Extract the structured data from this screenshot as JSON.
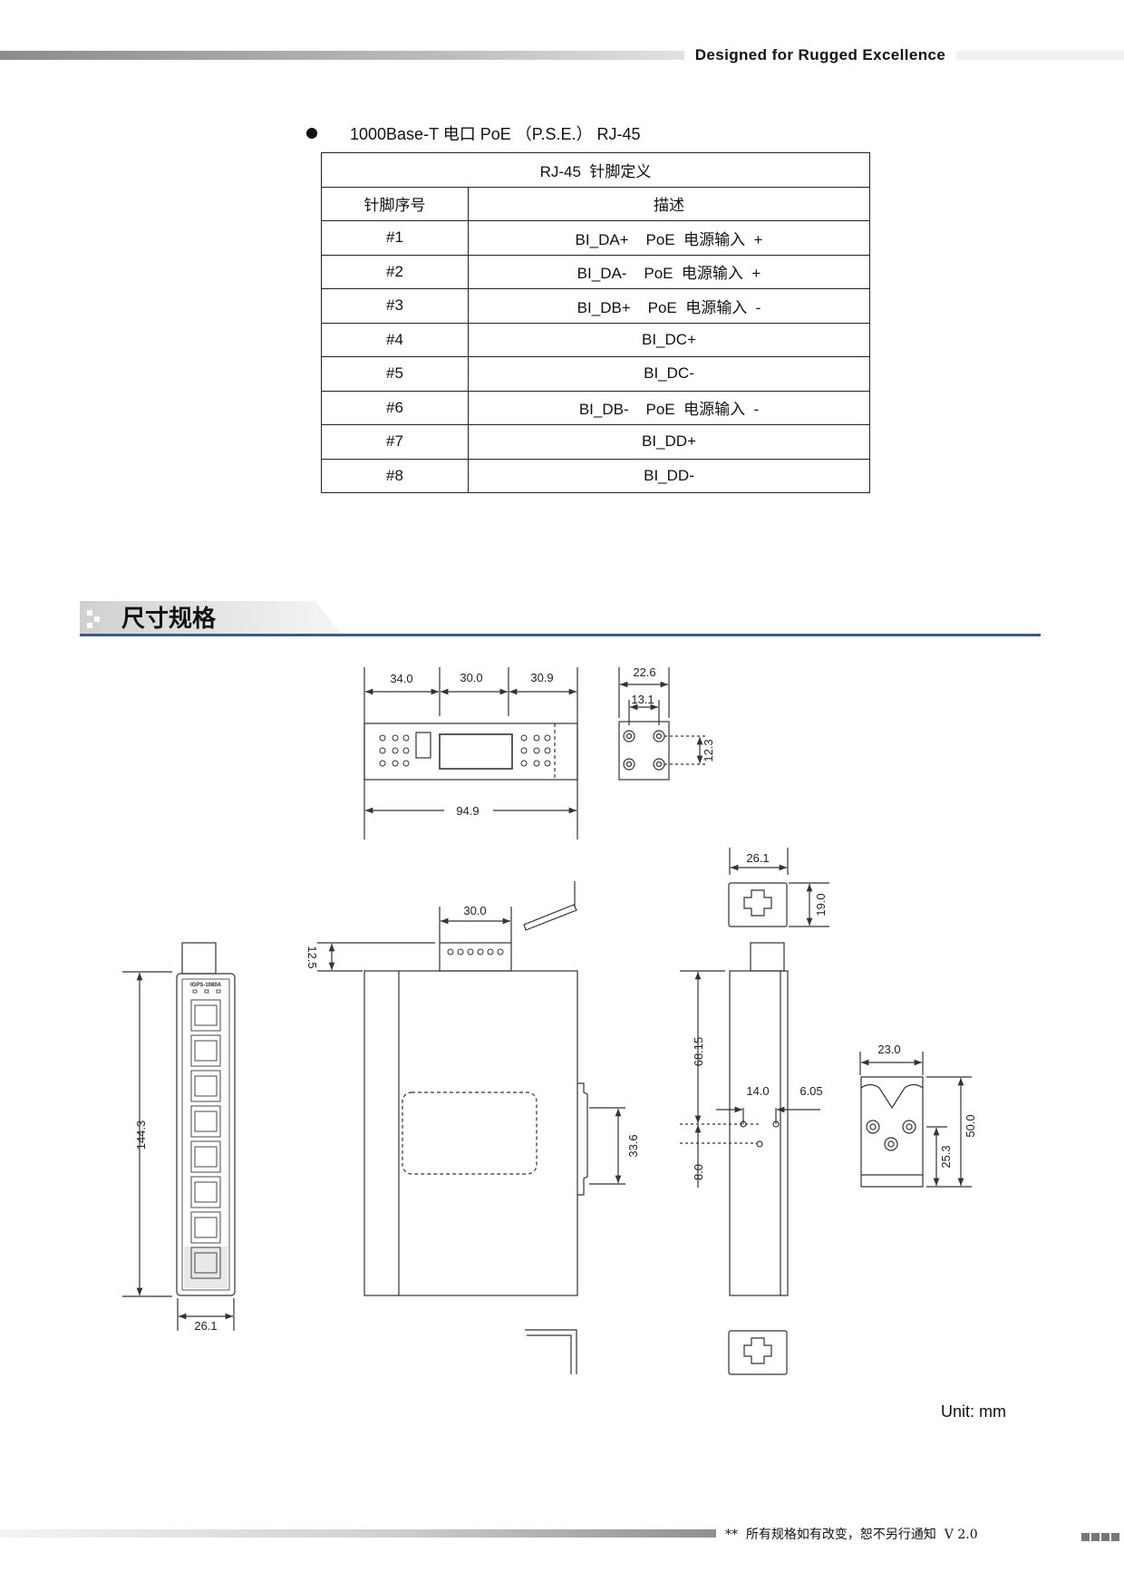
{
  "header": {
    "tagline": "Designed for Rugged Excellence"
  },
  "spec": {
    "bullet_text": "1000Base-T 电口 PoE （P.S.E.） RJ-45",
    "table_title": "RJ-45  针脚定义",
    "col_pin": "针脚序号",
    "col_desc": "描述",
    "rows": [
      {
        "pin": "#1",
        "desc": "BI_DA+    PoE  电源输入  +"
      },
      {
        "pin": "#2",
        "desc": "BI_DA-    PoE  电源输入  +"
      },
      {
        "pin": "#3",
        "desc": "BI_DB+    PoE  电源输入  -"
      },
      {
        "pin": "#4",
        "desc": "BI_DC+"
      },
      {
        "pin": "#5",
        "desc": "BI_DC-"
      },
      {
        "pin": "#6",
        "desc": "BI_DB-    PoE  电源输入  -"
      },
      {
        "pin": "#7",
        "desc": "BI_DD+"
      },
      {
        "pin": "#8",
        "desc": "BI_DD-"
      }
    ]
  },
  "section": {
    "title": "尺寸规格"
  },
  "drawing": {
    "top_view": {
      "dim_a": "34.0",
      "dim_b": "30.0",
      "dim_c": "30.9",
      "total": "94.9"
    },
    "side_view": {
      "width": "22.6",
      "hole_spacing": "13.1",
      "hole_height": "12.3"
    },
    "front_view": {
      "model": "IGPS-1080A",
      "height": "144.3",
      "width": "26.1"
    },
    "main_view": {
      "connector": "30.0",
      "top_offset": "12.5",
      "clip": "33.6"
    },
    "right_view": {
      "width": "26.1",
      "top_h": "19.0",
      "upper": "68.15",
      "lower": "8.0",
      "d1": "14.0",
      "d2": "6.05"
    },
    "din_clip": {
      "width": "23.0",
      "height": "50.0",
      "half": "25.3"
    }
  },
  "unit": "Unit:  mm",
  "footer": {
    "note": "**  所有规格如有改变，恕不另行通知  V 2.0"
  }
}
